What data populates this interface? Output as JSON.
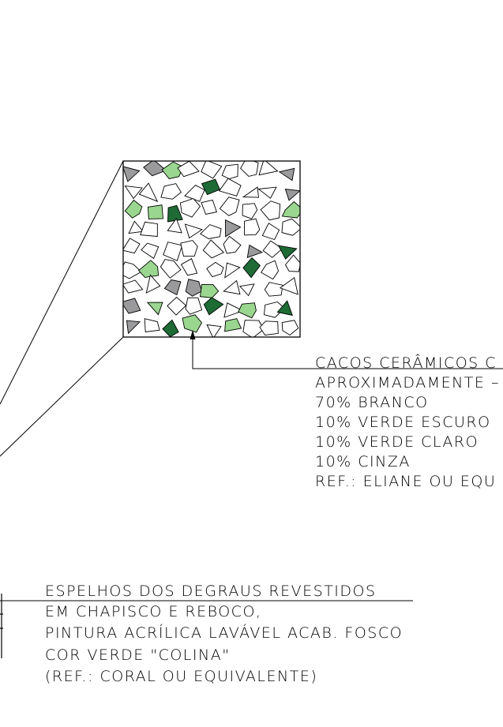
{
  "note_mosaic": {
    "lines": [
      "CACOS CERÂMICOS C",
      "APROXIMADAMENTE –",
      "70% BRANCO",
      "10% VERDE ESCURO",
      "10% VERDE CLARO",
      "10% CINZA",
      "REF.: ELIANE OU EQU"
    ]
  },
  "note_risers": {
    "lines": [
      "ESPELHOS DOS DEGRAUS REVESTIDOS",
      "EM CHAPISCO E REBOCO,",
      "PINTURA ACRÍLICA LAVÁVEL ACAB. FOSCO",
      "COR VERDE \"COLINA\"",
      "(REF.: CORAL OU EQUIVALENTE)"
    ]
  },
  "mosaic_colors": {
    "white": "#ffffff",
    "dark_green": "#1e6b35",
    "light_green": "#9ad68f",
    "gray": "#9a9a9c",
    "line": "#000000"
  }
}
